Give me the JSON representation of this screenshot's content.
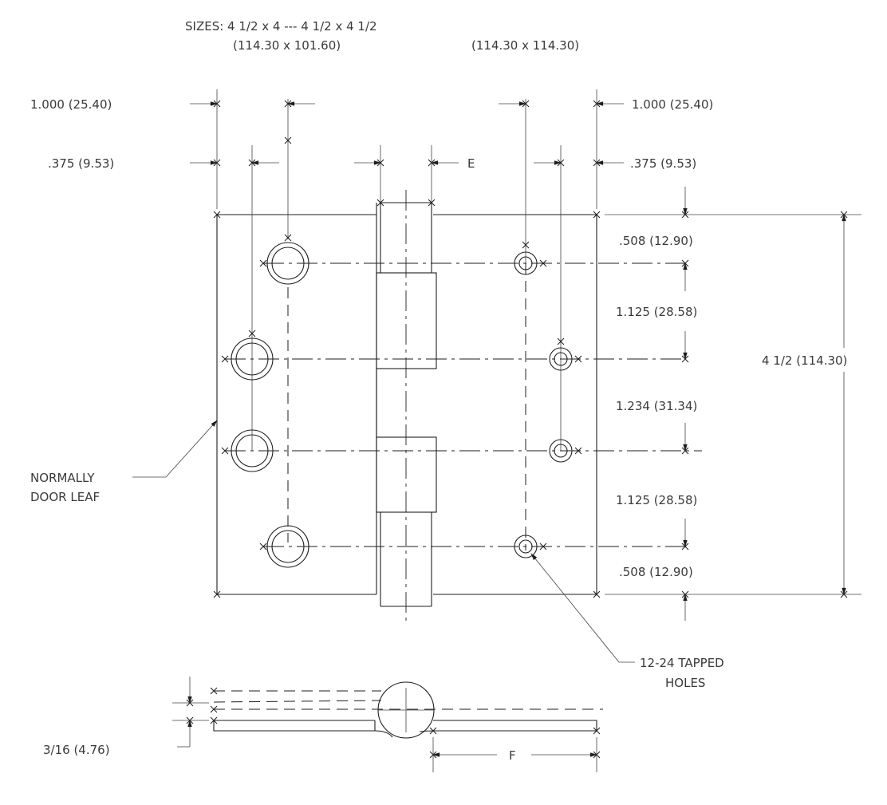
{
  "sizes": {
    "line1": "SIZES:  4 1/2 x 4  ---  4 1/2 x 4 1/2",
    "metric_left": "(114.30 x 101.60)",
    "metric_right": "(114.30 x 114.30)"
  },
  "dims": {
    "edge_left": "1.000 (25.40)",
    "edge_right": "1.000 (25.40)",
    "offset_left": ".375 (9.53)",
    "offset_right": ".375 (9.53)",
    "e_label": "E",
    "f_label": "F",
    "top_gap": ".508 (12.90)",
    "gap1": "1.125 (28.58)",
    "gap2": "1.234 (31.34)",
    "gap3": "1.125 (28.58)",
    "bottom_gap": ".508 (12.90)",
    "overall_height": "4 1/2 (114.30)",
    "thickness": "3/16 (4.76)"
  },
  "notes": {
    "door_leaf_line1": "NORMALLY",
    "door_leaf_line2": "DOOR LEAF",
    "tapped_line1": "12-24 TAPPED",
    "tapped_line2": "HOLES"
  }
}
